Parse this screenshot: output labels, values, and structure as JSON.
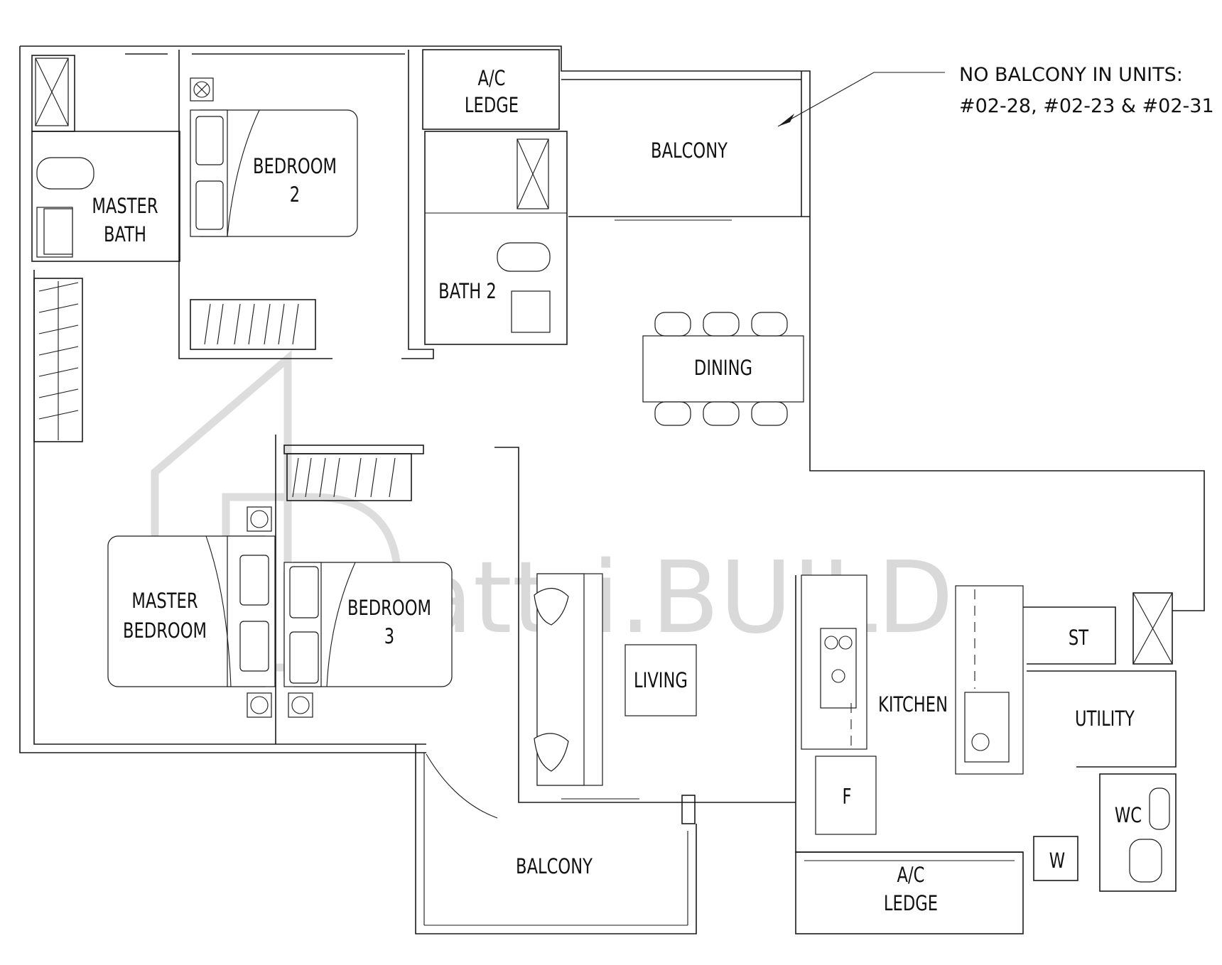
{
  "watermark": {
    "brand": "attri.BUILD"
  },
  "note": {
    "line1": "NO BALCONY IN UNITS:",
    "line2": "#02-28, #02-23 & #02-31"
  },
  "rooms": {
    "ac_ledge_top": [
      "A/C",
      "LEDGE"
    ],
    "balcony_top": "BALCONY",
    "bedroom_2": [
      "BEDROOM",
      "2"
    ],
    "master_bath": [
      "MASTER",
      "BATH"
    ],
    "bath_2": "BATH 2",
    "dining": "DINING",
    "master_bedroom": [
      "MASTER",
      "BEDROOM"
    ],
    "bedroom_3": [
      "BEDROOM",
      "3"
    ],
    "living": "LIVING",
    "kitchen": "KITCHEN",
    "st": "ST",
    "utility": "UTILITY",
    "wc": "WC",
    "fridge": "F",
    "washer": "W",
    "balcony_bottom": "BALCONY",
    "ac_ledge_bottom": [
      "A/C",
      "LEDGE"
    ]
  }
}
